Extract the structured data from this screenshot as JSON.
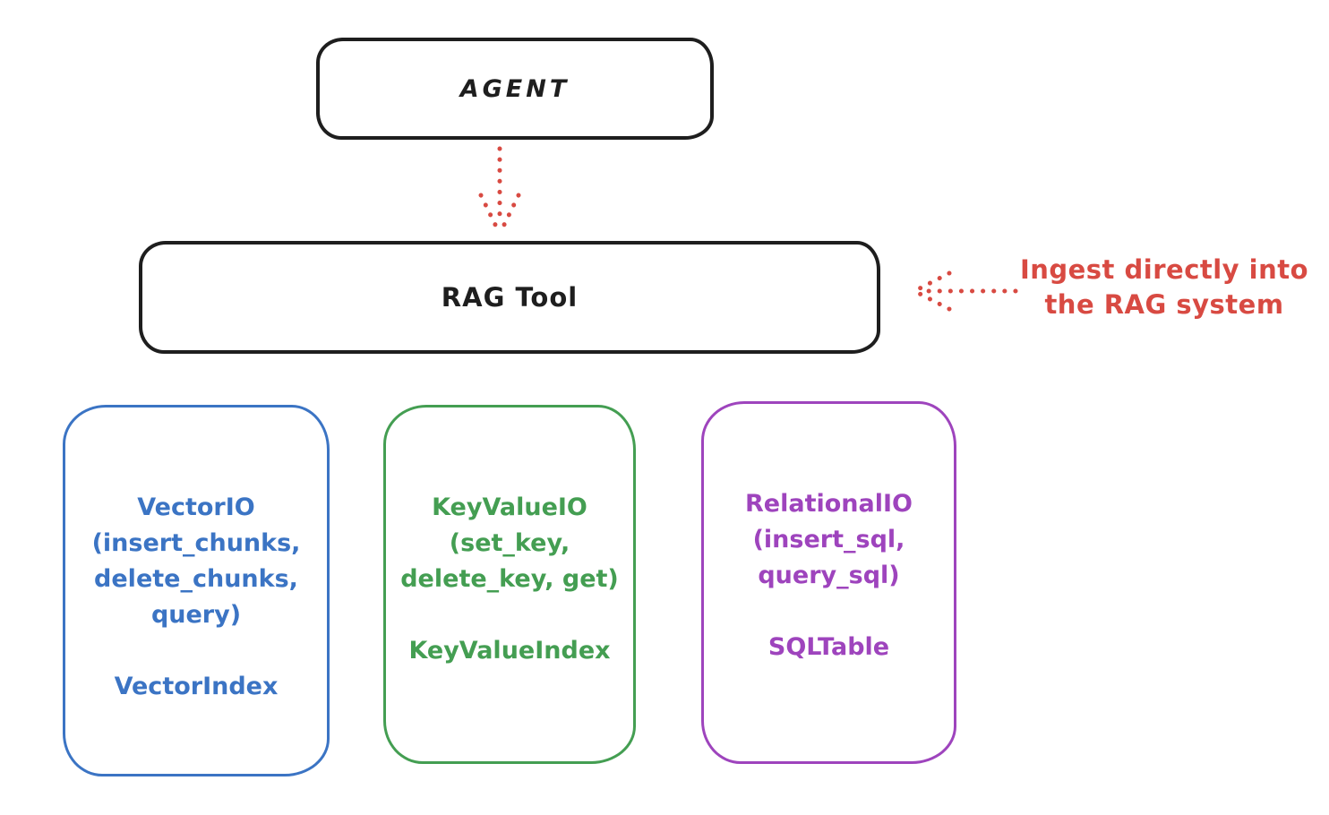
{
  "palette": {
    "ink": "#1e1e1e",
    "red": "#d84a42",
    "blue": "#3b74c4",
    "green": "#449e52",
    "purple": "#9e44bd",
    "background": "#ffffff"
  },
  "agent": {
    "label": "AGENT"
  },
  "rag_tool": {
    "label": "RAG Tool"
  },
  "ingest_annotation": {
    "line1": "Ingest directly into",
    "line2": "the RAG system",
    "color": "#d84a42"
  },
  "io_boxes": [
    {
      "name": "vector-io",
      "color": "#3b74c4",
      "lines": [
        "VectorIO",
        "(insert_chunks,",
        "delete_chunks,",
        "query)"
      ],
      "index": "VectorIndex"
    },
    {
      "name": "keyvalue-io",
      "color": "#449e52",
      "lines": [
        "KeyValueIO",
        "(set_key,",
        "delete_key, get)"
      ],
      "index": "KeyValueIndex"
    },
    {
      "name": "relational-io",
      "color": "#9e44bd",
      "lines": [
        "RelationalIO",
        "(insert_sql,",
        "query_sql)"
      ],
      "index": "SQLTable"
    }
  ],
  "arrows": [
    {
      "name": "agent-to-rag-tool",
      "style": "dotted",
      "color": "#d84a42",
      "direction": "down"
    },
    {
      "name": "ingest-into-rag-tool",
      "style": "dotted",
      "color": "#d84a42",
      "direction": "left"
    }
  ]
}
